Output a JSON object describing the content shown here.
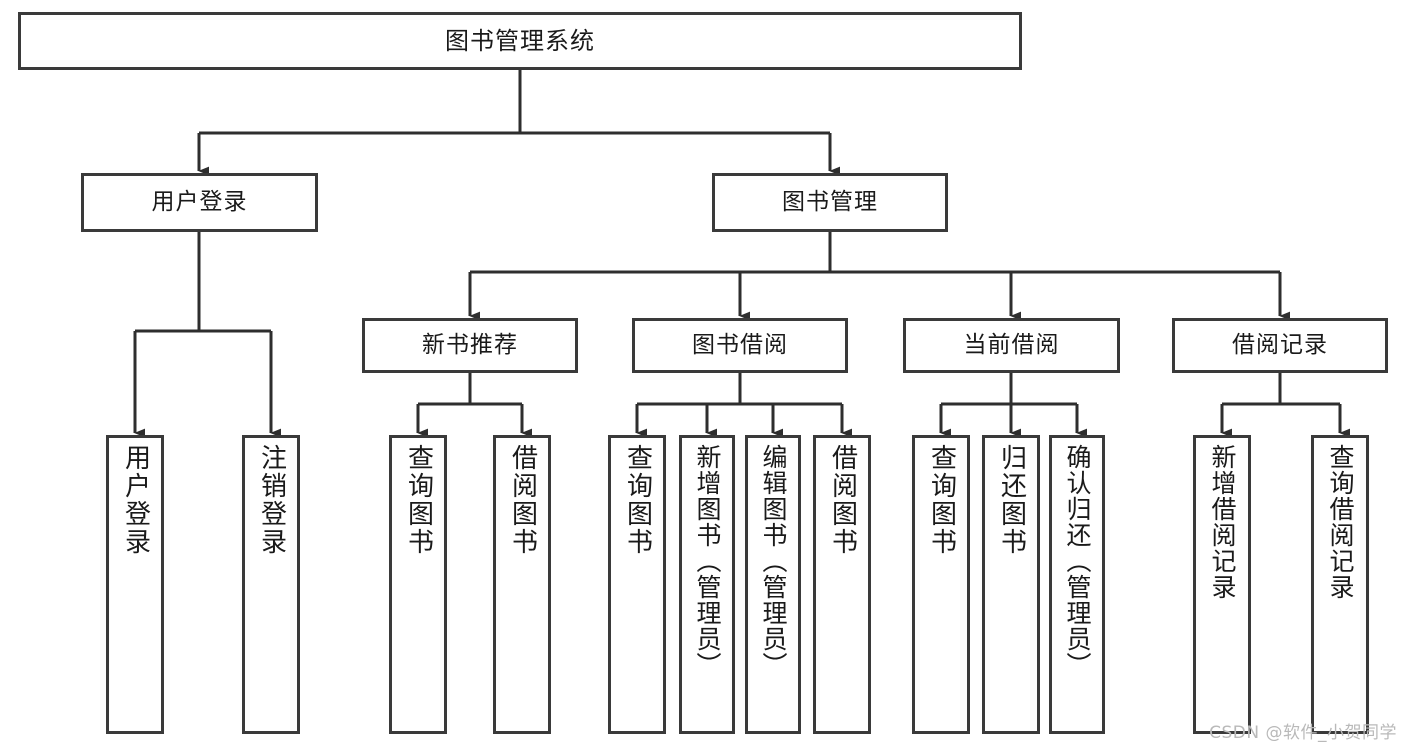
{
  "diagram": {
    "title": "图书管理系统",
    "type": "hierarchy-tree",
    "stroke_color": "#3a3a3a",
    "fill_color": "#ffffff",
    "text_color": "#1a1a1a"
  },
  "root": {
    "label": "图书管理系统"
  },
  "level2": [
    {
      "label": "用户登录"
    },
    {
      "label": "图书管理"
    }
  ],
  "level3": [
    {
      "label": "新书推荐"
    },
    {
      "label": "图书借阅"
    },
    {
      "label": "当前借阅"
    },
    {
      "label": "借阅记录"
    }
  ],
  "leaves": {
    "user_login": [
      {
        "label": "用户登录"
      },
      {
        "label": "注销登录"
      }
    ],
    "new_book": [
      {
        "label": "查询图书"
      },
      {
        "label": "借阅图书"
      }
    ],
    "book_borrow": [
      {
        "label": "查询图书"
      },
      {
        "label": "新增图书（管理员）"
      },
      {
        "label": "编辑图书（管理员）"
      },
      {
        "label": "借阅图书"
      }
    ],
    "current_borrow": [
      {
        "label": "查询图书"
      },
      {
        "label": "归还图书"
      },
      {
        "label": "确认归还（管理员）"
      }
    ],
    "borrow_record": [
      {
        "label": "新增借阅记录"
      },
      {
        "label": "查询借阅记录"
      }
    ]
  },
  "watermark": {
    "text": "CSDN @软件_小贺同学"
  }
}
